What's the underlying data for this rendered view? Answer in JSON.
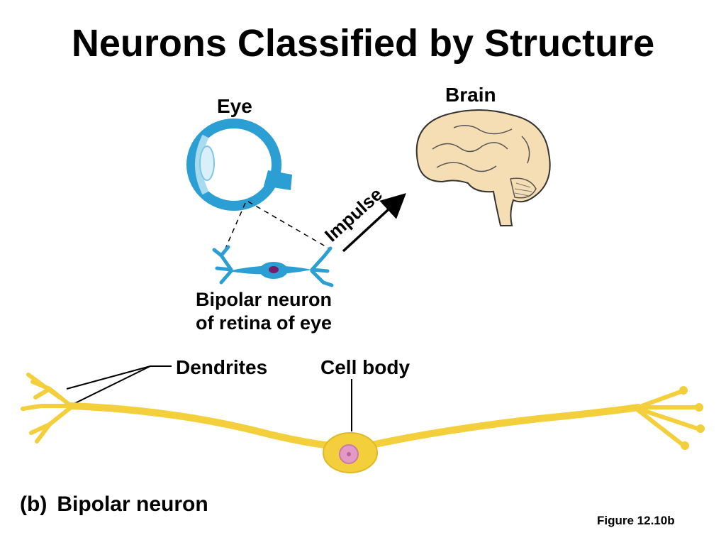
{
  "slide": {
    "title": "Neurons Classified by Structure"
  },
  "diagram": {
    "eye_label": "Eye",
    "brain_label": "Brain",
    "impulse_label": "Impulse",
    "retina_label_line1": "Bipolar neuron",
    "retina_label_line2": "of retina of eye",
    "dendrites_label": "Dendrites",
    "cell_body_label": "Cell body"
  },
  "caption": {
    "tag": "(b)",
    "text": "Bipolar neuron"
  },
  "figure_ref": "Figure 12.10b",
  "colors": {
    "eye_blue": "#2b9fd3",
    "brain_tan": "#f5deb3",
    "neuron_yellow": "#f3cf3c",
    "nucleus_pink": "#e39ac4"
  }
}
